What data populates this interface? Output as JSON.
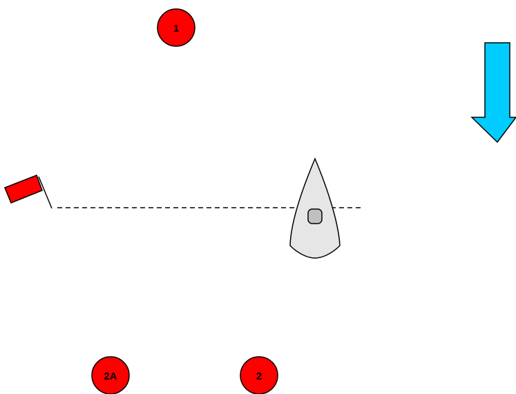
{
  "colors": {
    "background": "#ffffff",
    "mark_fill": "#ff0000",
    "flag_fill": "#ff0000",
    "wind_arrow_fill": "#00ccff",
    "boat_hull_fill": "#e6e6e6",
    "boat_cockpit_fill": "#c0c0c0",
    "outline": "#000000"
  },
  "marks": {
    "mark_1": {
      "label": "1"
    },
    "mark_2": {
      "label": "2"
    },
    "mark_2a": {
      "label": "2A"
    }
  },
  "icons": {
    "wind_arrow": "wind-direction-arrow-icon",
    "boat": "sailboat-icon",
    "flag": "committee-flag-icon"
  }
}
